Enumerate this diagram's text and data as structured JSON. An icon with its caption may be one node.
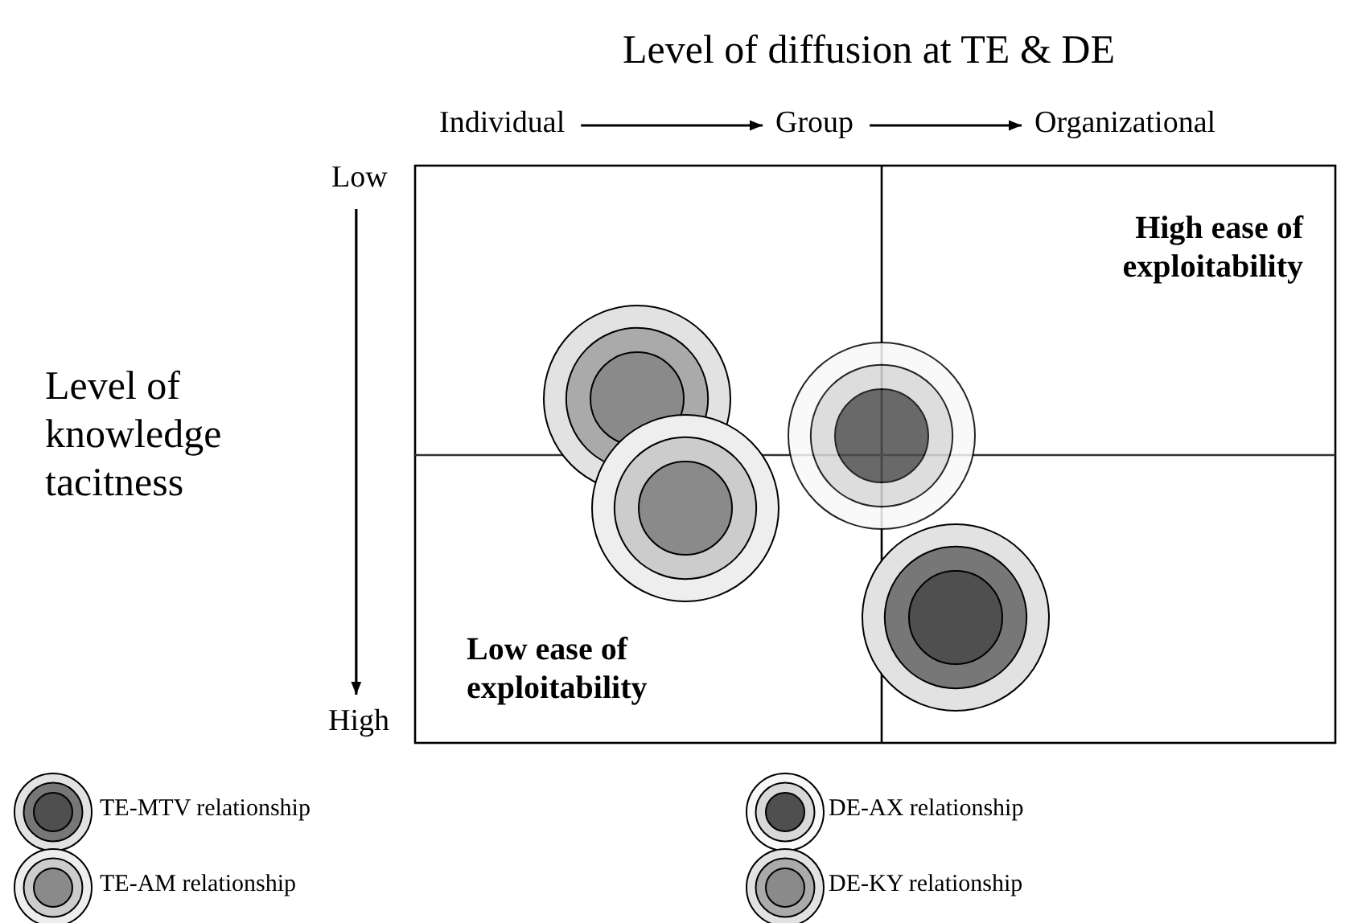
{
  "diagram": {
    "title": "Level of diffusion at TE & DE",
    "nodes": [
      {
        "text": [
          "Individual"
        ]
      },
      {
        "text": [
          "Group"
        ]
      },
      {
        "text": [
          "Organizational"
        ]
      },
      {
        "text": [
          "Low"
        ]
      },
      {
        "text": [
          "High"
        ]
      }
    ],
    "edges": [
      {
        "from": 0,
        "to": 1,
        "arrow": "to"
      },
      {
        "from": 1,
        "to": 2,
        "arrow": "to"
      },
      {
        "from": 3,
        "to": 4,
        "arrow": "to"
      }
    ],
    "labels": [
      "Level of knowledge tacitness",
      "High ease of exploitability",
      "Low ease of exploitability"
    ],
    "legend": [
      {
        "text": "TE-MTV relationship"
      },
      {
        "text": "DE-AX relationship"
      },
      {
        "text": "TE-AM relationship"
      },
      {
        "text": "DE-KY relationship"
      }
    ]
  }
}
